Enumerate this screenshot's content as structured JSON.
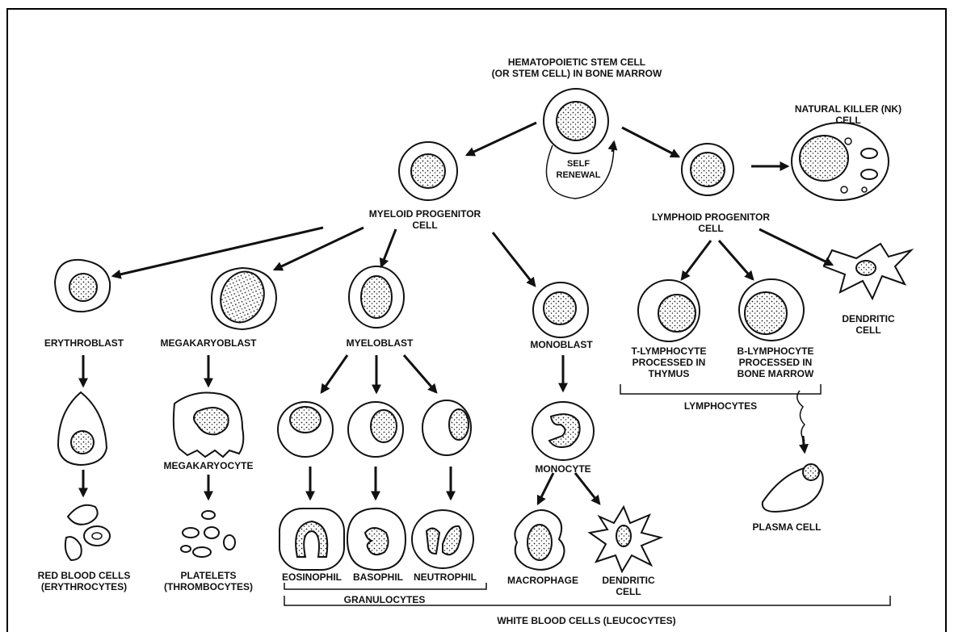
{
  "diagram": {
    "stem_cell": [
      "HEMATOPOIETIC STEM CELL",
      "(OR STEM CELL) IN BONE MARROW"
    ],
    "self_renewal": [
      "SELF",
      "RENEWAL"
    ],
    "nk_cell": [
      "NATURAL KILLER (NK)",
      "CELL"
    ],
    "myeloid_progenitor": [
      "MYELOID PROGENITOR",
      "CELL"
    ],
    "lymphoid_progenitor": [
      "LYMPHOID PROGENITOR",
      "CELL"
    ],
    "erythroblast": "ERYTHROBLAST",
    "megakaryoblast": "MEGAKARYOBLAST",
    "myeloblast": "MYELOBLAST",
    "monoblast": "MONOBLAST",
    "t_lymphocyte": [
      "T-LYMPHOCYTE",
      "PROCESSED IN",
      "THYMUS"
    ],
    "b_lymphocyte": [
      "B-LYMPHOCYTE",
      "PROCESSED IN",
      "BONE MARROW"
    ],
    "dendritic_cell_top": [
      "DENDRITIC",
      "CELL"
    ],
    "lymphocytes": "LYMPHOCYTES",
    "megakaryocyte": "MEGAKARYOCYTE",
    "monocyte": "MONOCYTE",
    "plasma_cell": "PLASMA CELL",
    "red_blood_cells": [
      "RED BLOOD CELLS",
      "(ERYTHROCYTES)"
    ],
    "platelets": [
      "PLATELETS",
      "(THROMBOCYTES)"
    ],
    "eosinophil": "EOSINOPHIL",
    "basophil": "BASOPHIL",
    "neutrophil": "NEUTROPHIL",
    "macrophage": "MACROPHAGE",
    "dendritic_cell_bottom": [
      "DENDRITIC",
      "CELL"
    ],
    "granulocytes": "GRANULOCYTES",
    "white_blood_cells": "WHITE BLOOD CELLS (LEUCOCYTES)"
  }
}
